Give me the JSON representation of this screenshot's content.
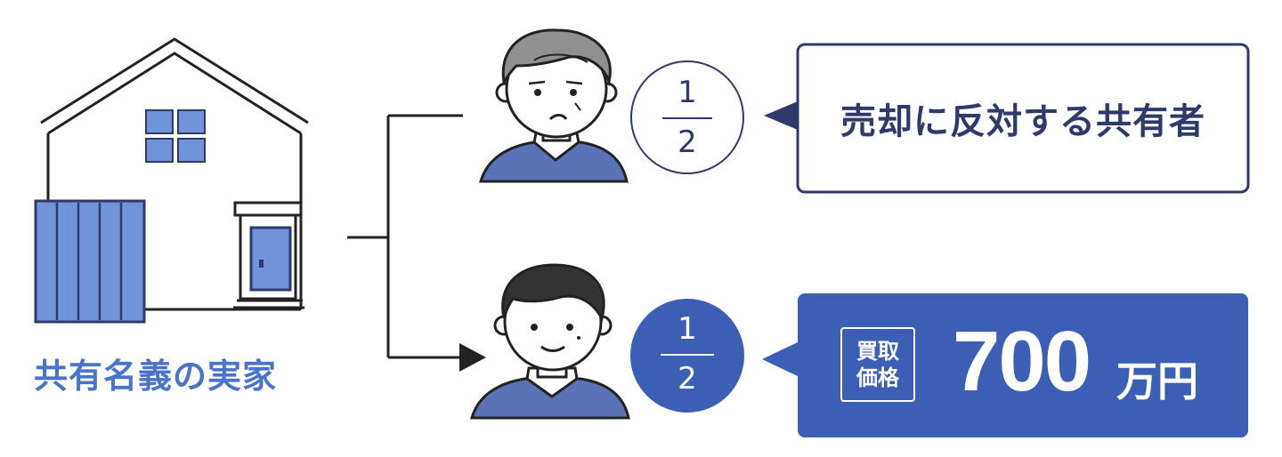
{
  "house": {
    "label": "共有名義の実家"
  },
  "owner_top": {
    "share_numerator": "1",
    "share_denominator": "2",
    "label": "売却に反対する共有者"
  },
  "owner_bottom": {
    "share_numerator": "1",
    "share_denominator": "2",
    "price_tag_line1": "買取",
    "price_tag_line2": "価格",
    "price_value": "700",
    "price_unit": "万円"
  },
  "colors": {
    "accent_blue": "#3a5fb4",
    "light_blue": "#6f95d8",
    "navy": "#2d3a6b",
    "line": "#222222"
  }
}
